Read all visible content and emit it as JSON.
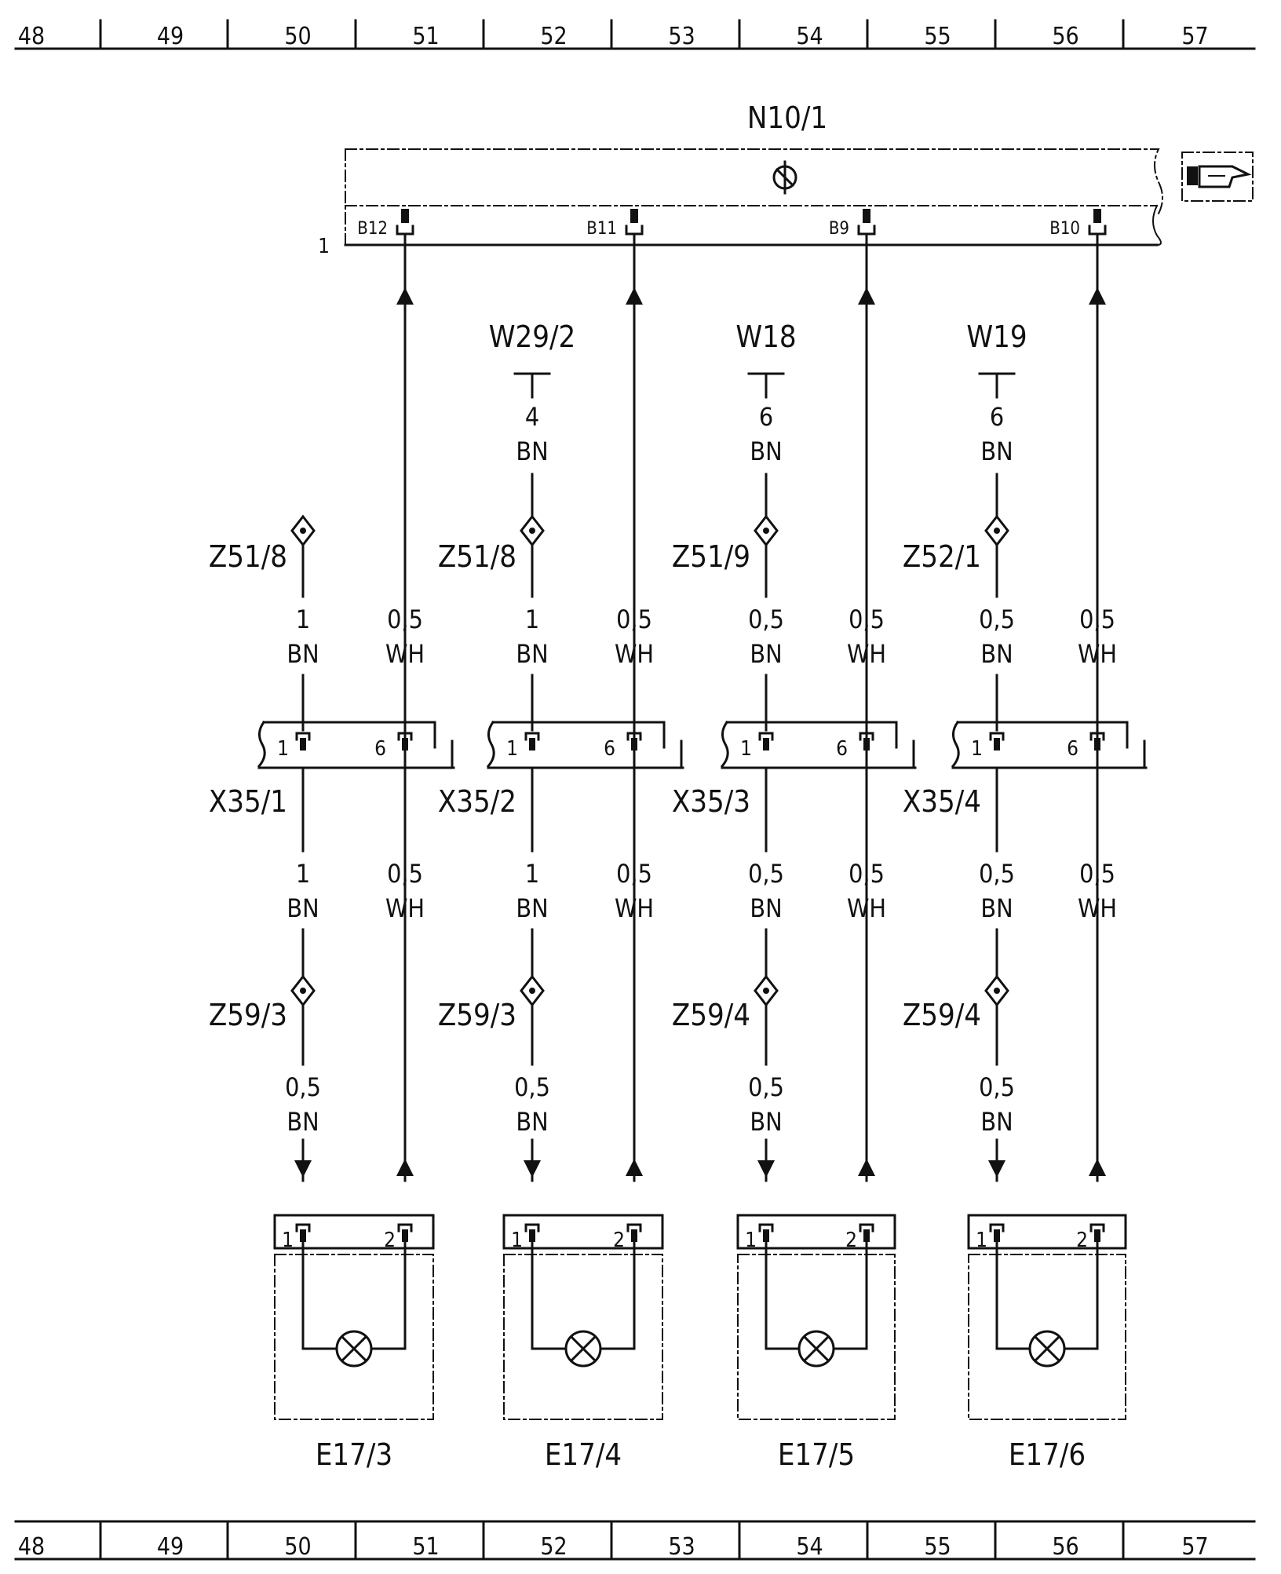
{
  "ruler": {
    "top": [
      "48",
      "49",
      "50",
      "51",
      "52",
      "53",
      "54",
      "55",
      "56",
      "57"
    ],
    "bottom": [
      "48",
      "49",
      "50",
      "51",
      "52",
      "53",
      "54",
      "55",
      "56",
      "57"
    ]
  },
  "module": {
    "name": "N10/1",
    "label_left": "1",
    "symbol": "clock-symbol-icon",
    "ref_icon": "pointing-hand-icon",
    "pins": [
      "B12",
      "B11",
      "B9",
      "B10"
    ]
  },
  "circuits": [
    {
      "splice_source": null,
      "splice_top": "Z51/8",
      "upper_wires": [
        {
          "size": "1",
          "color": "BN"
        },
        {
          "size": "0,5",
          "color": "WH"
        }
      ],
      "connector": {
        "name": "X35/1",
        "pin_a": "1",
        "pin_b": "6"
      },
      "lower_wires": [
        {
          "size": "1",
          "color": "BN"
        },
        {
          "size": "0,5",
          "color": "WH"
        }
      ],
      "splice_bottom": "Z59/3",
      "final_wire": {
        "size": "0,5",
        "color": "BN"
      },
      "lamp": {
        "name": "E17/3",
        "pin_a": "1",
        "pin_b": "2"
      }
    },
    {
      "splice_source": {
        "name": "W29/2",
        "size": "4",
        "color": "BN"
      },
      "splice_top": "Z51/8",
      "upper_wires": [
        {
          "size": "1",
          "color": "BN"
        },
        {
          "size": "0,5",
          "color": "WH"
        }
      ],
      "connector": {
        "name": "X35/2",
        "pin_a": "1",
        "pin_b": "6"
      },
      "lower_wires": [
        {
          "size": "1",
          "color": "BN"
        },
        {
          "size": "0,5",
          "color": "WH"
        }
      ],
      "splice_bottom": "Z59/3",
      "final_wire": {
        "size": "0,5",
        "color": "BN"
      },
      "lamp": {
        "name": "E17/4",
        "pin_a": "1",
        "pin_b": "2"
      }
    },
    {
      "splice_source": {
        "name": "W18",
        "size": "6",
        "color": "BN"
      },
      "splice_top": "Z51/9",
      "upper_wires": [
        {
          "size": "0,5",
          "color": "BN"
        },
        {
          "size": "0,5",
          "color": "WH"
        }
      ],
      "connector": {
        "name": "X35/3",
        "pin_a": "1",
        "pin_b": "6"
      },
      "lower_wires": [
        {
          "size": "0,5",
          "color": "BN"
        },
        {
          "size": "0,5",
          "color": "WH"
        }
      ],
      "splice_bottom": "Z59/4",
      "final_wire": {
        "size": "0,5",
        "color": "BN"
      },
      "lamp": {
        "name": "E17/5",
        "pin_a": "1",
        "pin_b": "2"
      }
    },
    {
      "splice_source": {
        "name": "W19",
        "size": "6",
        "color": "BN"
      },
      "splice_top": "Z52/1",
      "upper_wires": [
        {
          "size": "0,5",
          "color": "BN"
        },
        {
          "size": "0,5",
          "color": "WH"
        }
      ],
      "connector": {
        "name": "X35/4",
        "pin_a": "1",
        "pin_b": "6"
      },
      "lower_wires": [
        {
          "size": "0,5",
          "color": "BN"
        },
        {
          "size": "0,5",
          "color": "WH"
        }
      ],
      "splice_bottom": "Z59/4",
      "final_wire": {
        "size": "0,5",
        "color": "BN"
      },
      "lamp": {
        "name": "E17/6",
        "pin_a": "1",
        "pin_b": "2"
      }
    }
  ]
}
